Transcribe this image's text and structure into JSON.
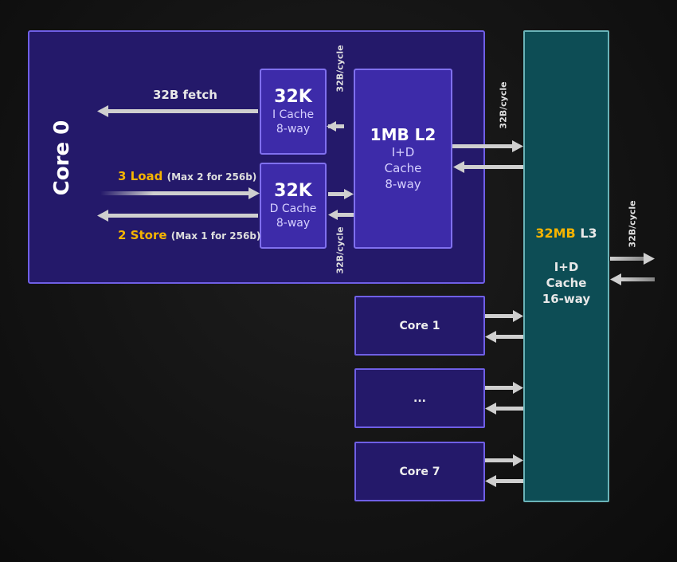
{
  "core0": {
    "title": "Core 0",
    "fetch_label": "32B fetch",
    "load_main": "3 Load",
    "load_note": "(Max 2 for 256b)",
    "store_main": "2 Store",
    "store_note": "(Max 1 for 256b)",
    "icache": {
      "size": "32K",
      "name": "I Cache",
      "ways": "8-way"
    },
    "dcache": {
      "size": "32K",
      "name": "D Cache",
      "ways": "8-way"
    },
    "l2": {
      "size": "1MB L2",
      "type": "I+D",
      "name": "Cache",
      "ways": "8-way"
    },
    "bw_top": "32B/cycle",
    "bw_bottom": "32B/cycle"
  },
  "l2_l3_bw": "32B/cycle",
  "l3": {
    "size": "32MB",
    "level": "L3",
    "type": "I+D",
    "name": "Cache",
    "ways": "16-way"
  },
  "l3_out_bw": "32B/cycle",
  "other_cores": [
    "Core 1",
    "...",
    "Core 7"
  ],
  "colors": {
    "accent": "#f5b400",
    "core_fill": "#24196a",
    "cache_fill": "#3d2ba9",
    "l3_fill": "#0d4d55",
    "arrow": "#cfcfcf"
  }
}
